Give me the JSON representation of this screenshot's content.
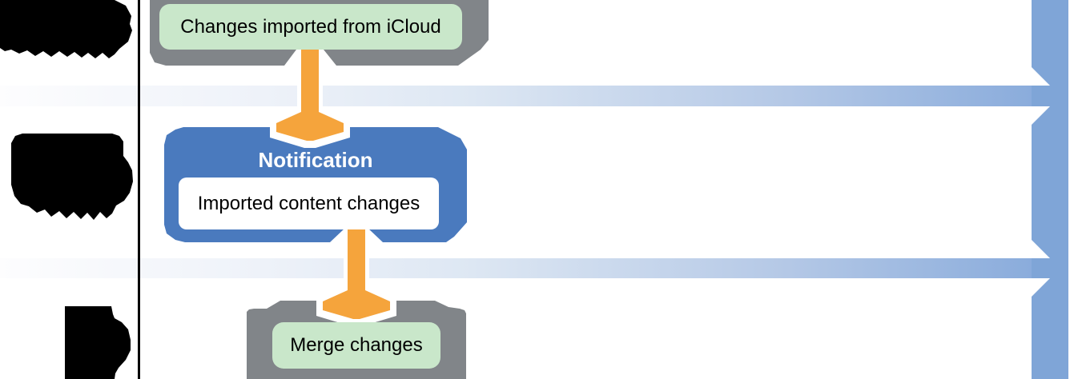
{
  "figure": {
    "source_box": {
      "label": "Changes imported from iCloud"
    },
    "notification_box": {
      "title": "Notification",
      "message": "Imported content changes"
    },
    "merge_box": {
      "label": "Merge changes"
    },
    "icons": {
      "flow_arrow_1": "down-arrow-icon",
      "flow_arrow_2": "down-arrow-icon"
    },
    "colors": {
      "arrow_orange": "#F5A43C",
      "box_blue": "#4A7ABE",
      "container_gray": "#818589",
      "node_green": "#C9E7CA",
      "timeline_blue": "#7FA5D7",
      "band_blue_end": "#87AADB",
      "lane_line": "#000000"
    }
  }
}
